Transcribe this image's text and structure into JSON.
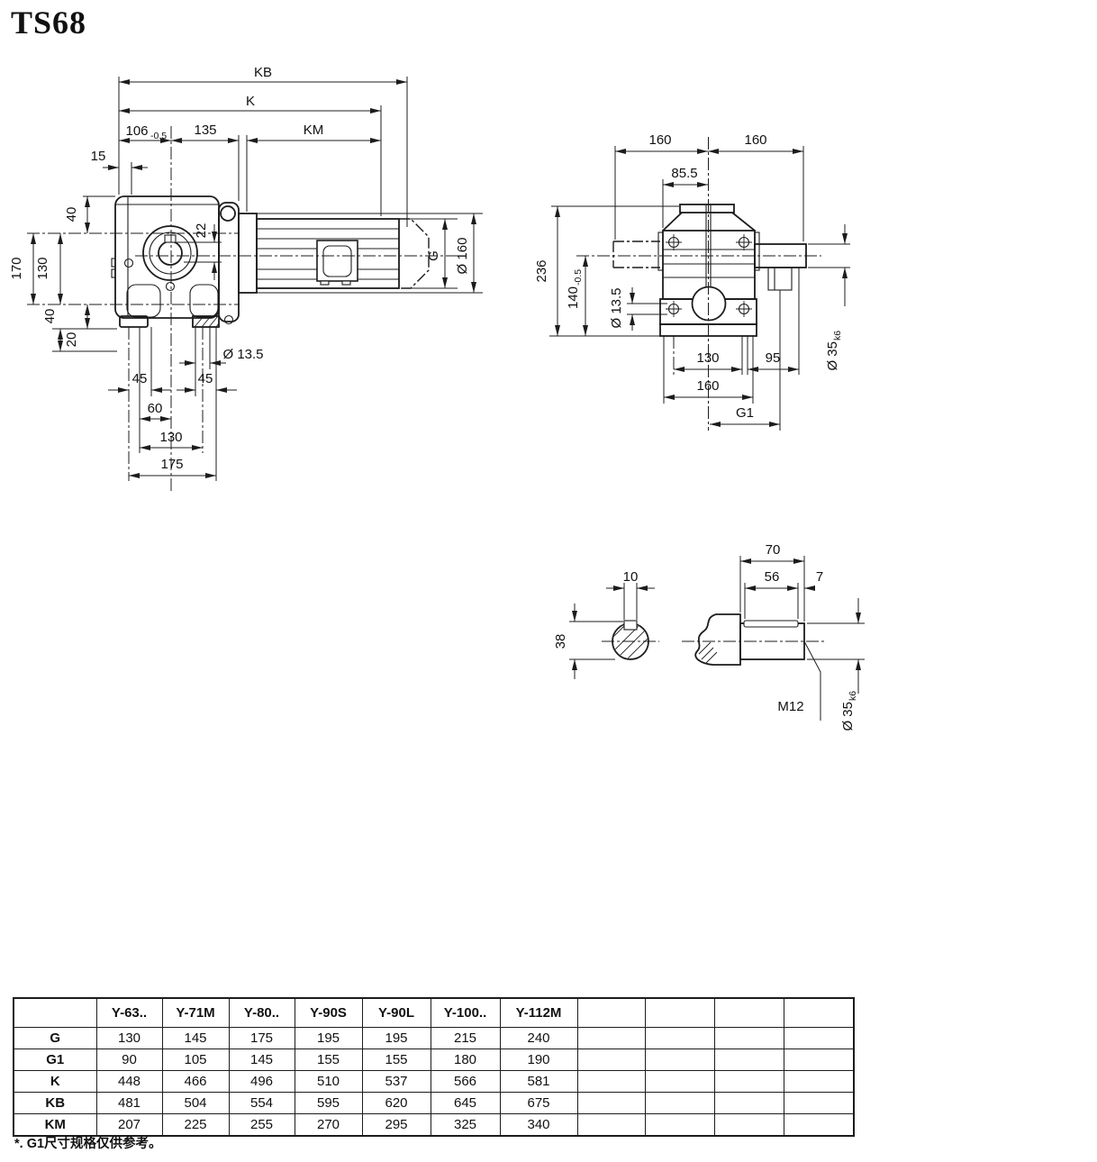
{
  "page": {
    "title": "TS68",
    "footnote": "*. G1尺寸规格仅供参考。"
  },
  "colors": {
    "line": "#1c1c1c",
    "background": "#ffffff"
  },
  "front_view": {
    "name": "gearmotor front view",
    "labels": {
      "kb": "KB",
      "k": "K",
      "d106": "106",
      "d106_tol": "-0.5",
      "d135": "135",
      "km": "KM",
      "d15": "15",
      "d40_top": "40",
      "d170": "170",
      "d130_side": "130",
      "d40_bot": "40",
      "d20": "20",
      "d22": "22",
      "dia13_5": "Ø 13.5",
      "d45l": "45",
      "d45r": "45",
      "d60": "60",
      "d130_bot": "130",
      "d175": "175",
      "g": "G",
      "dia160": "Ø 160"
    }
  },
  "side_view": {
    "name": "gearbox side view",
    "labels": {
      "d160l": "160",
      "d160r": "160",
      "d85_5": "85.5",
      "d236": "236",
      "d140": "140",
      "d140_tol": "-0.5",
      "dia13_5": "Ø 13.5",
      "dia35": "Ø 35",
      "dia35_tol": "k6",
      "d130": "130",
      "d95": "95",
      "d160b": "160",
      "g1": "G1"
    }
  },
  "shaft_view": {
    "name": "output shaft detail",
    "labels": {
      "d10": "10",
      "d38": "38",
      "d70": "70",
      "d56": "56",
      "d7": "7",
      "m12": "M12",
      "dia35": "Ø 35",
      "dia35_tol": "k6"
    }
  },
  "table": {
    "col_headers": [
      "Y-63..",
      "Y-71M",
      "Y-80..",
      "Y-90S",
      "Y-90L",
      "Y-100..",
      "Y-112M"
    ],
    "rows": [
      {
        "label": "G",
        "values": [
          "130",
          "145",
          "175",
          "195",
          "195",
          "215",
          "240"
        ]
      },
      {
        "label": "G1",
        "values": [
          "90",
          "105",
          "145",
          "155",
          "155",
          "180",
          "190"
        ]
      },
      {
        "label": "K",
        "values": [
          "448",
          "466",
          "496",
          "510",
          "537",
          "566",
          "581"
        ]
      },
      {
        "label": "KB",
        "values": [
          "481",
          "504",
          "554",
          "595",
          "620",
          "645",
          "675"
        ]
      },
      {
        "label": "KM",
        "values": [
          "207",
          "225",
          "255",
          "270",
          "295",
          "325",
          "340"
        ]
      }
    ]
  }
}
